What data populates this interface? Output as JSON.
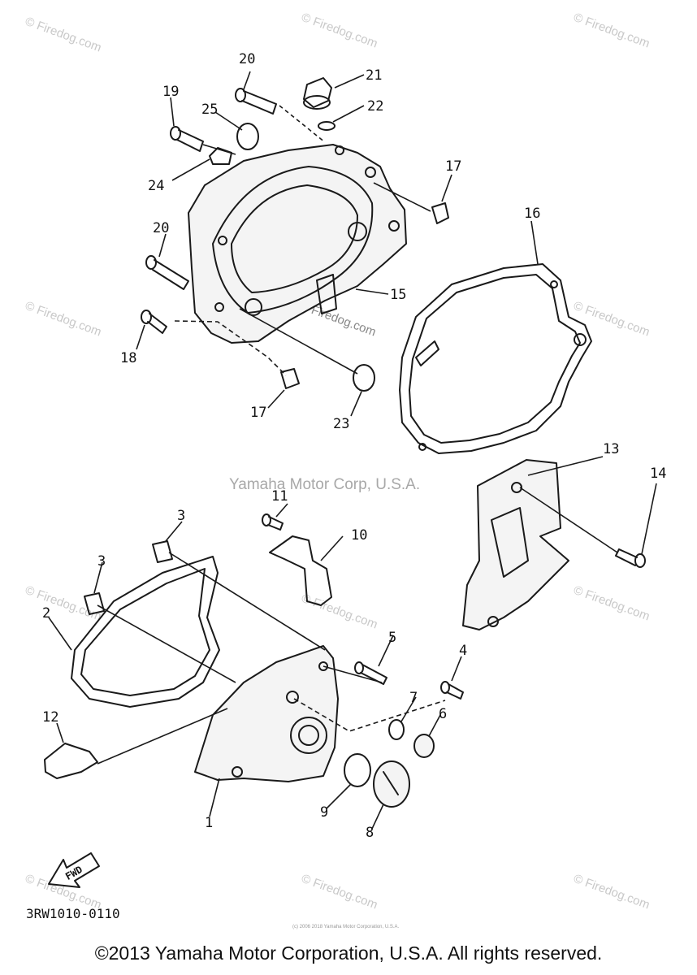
{
  "diagram": {
    "callouts": [
      "1",
      "2",
      "3",
      "3",
      "4",
      "5",
      "6",
      "7",
      "8",
      "9",
      "10",
      "11",
      "12",
      "13",
      "14",
      "15",
      "16",
      "17",
      "17",
      "18",
      "19",
      "20",
      "20",
      "21",
      "22",
      "23",
      "24",
      "25"
    ],
    "fwd_label": "FWD",
    "drawing_code": "3RW1010-0110",
    "center_watermark": "Yamaha Motor Corp, U.S.A.",
    "watermark": "© Firedog.com",
    "small_notice": "(c) 2006 2018 Yamaha Motor Corporation, U.S.A."
  },
  "footer": {
    "copyright": "©2013 Yamaha Motor Corporation, U.S.A. All rights reserved."
  },
  "colors": {
    "ink": "#1a1a1a",
    "watermark": "#c9c9c9"
  }
}
